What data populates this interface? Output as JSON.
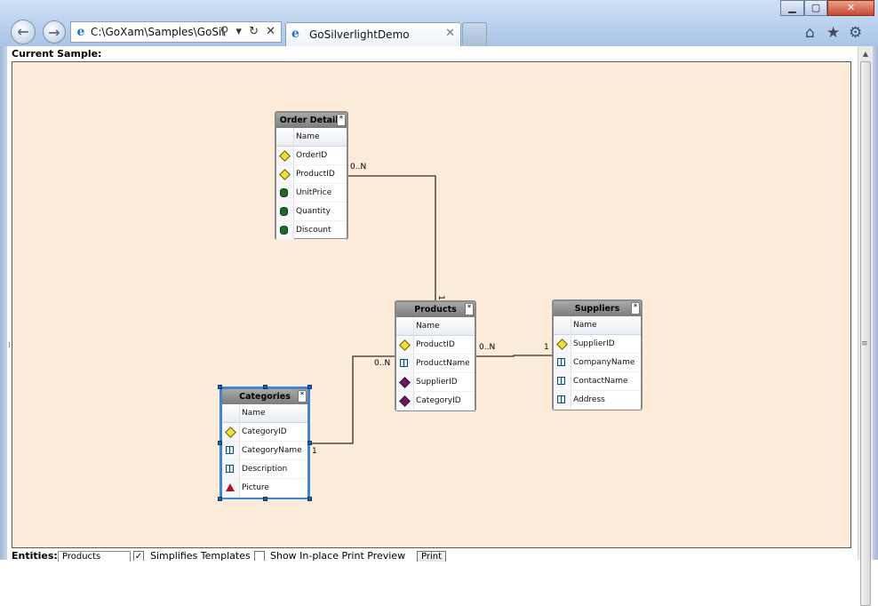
{
  "browser": {
    "address_url": "C:\\GoXam\\Samples\\GoSilv",
    "address_tools": "⚲ ▾ ↻ ✕",
    "tab_title": "GoSilverlightDemo",
    "tab_close": "✕",
    "back": "←",
    "forward": "→",
    "home": "⌂",
    "favorites": "★",
    "tools": "⚙",
    "minimize": "▁",
    "maximize": "▢",
    "close": "✕"
  },
  "page": {
    "current_sample_label": "Current Sample:"
  },
  "diagram": {
    "entities": [
      {
        "id": "order-details",
        "title": "Order Details",
        "star": "*",
        "column_header": "Name",
        "fields": [
          {
            "name": "OrderID",
            "icon": "key"
          },
          {
            "name": "ProductID",
            "icon": "key"
          },
          {
            "name": "UnitPrice",
            "icon": "number"
          },
          {
            "name": "Quantity",
            "icon": "number"
          },
          {
            "name": "Discount",
            "icon": "number"
          }
        ]
      },
      {
        "id": "products",
        "title": "Products",
        "star": "*",
        "column_header": "Name",
        "fields": [
          {
            "name": "ProductID",
            "icon": "key"
          },
          {
            "name": "ProductName",
            "icon": "string"
          },
          {
            "name": "SupplierID",
            "icon": "foreign-key"
          },
          {
            "name": "CategoryID",
            "icon": "foreign-key"
          }
        ]
      },
      {
        "id": "suppliers",
        "title": "Suppliers",
        "star": "*",
        "column_header": "Name",
        "fields": [
          {
            "name": "SupplierID",
            "icon": "key"
          },
          {
            "name": "CompanyName",
            "icon": "string"
          },
          {
            "name": "ContactName",
            "icon": "string"
          },
          {
            "name": "Address",
            "icon": "string"
          }
        ]
      },
      {
        "id": "categories",
        "title": "Categories",
        "star": "*",
        "column_header": "Name",
        "selected": true,
        "fields": [
          {
            "name": "CategoryID",
            "icon": "key"
          },
          {
            "name": "CategoryName",
            "icon": "string"
          },
          {
            "name": "Description",
            "icon": "string"
          },
          {
            "name": "Picture",
            "icon": "image"
          }
        ]
      }
    ],
    "links": [
      {
        "from": "order-details",
        "to": "products",
        "from_label": "0..N",
        "to_label": "1"
      },
      {
        "from": "products",
        "to": "suppliers",
        "from_label": "0..N",
        "to_label": "1"
      },
      {
        "from": "categories",
        "to": "products",
        "from_label": "1",
        "to_label": "0..N"
      }
    ]
  },
  "controls": {
    "entities_label": "Entities:",
    "entities_value": "Products",
    "simplifies_templates_label": "Simplifies Templates",
    "simplifies_templates_checked": "✓",
    "show_print_preview_label": "Show In-place Print Preview",
    "print_button": "Print"
  }
}
